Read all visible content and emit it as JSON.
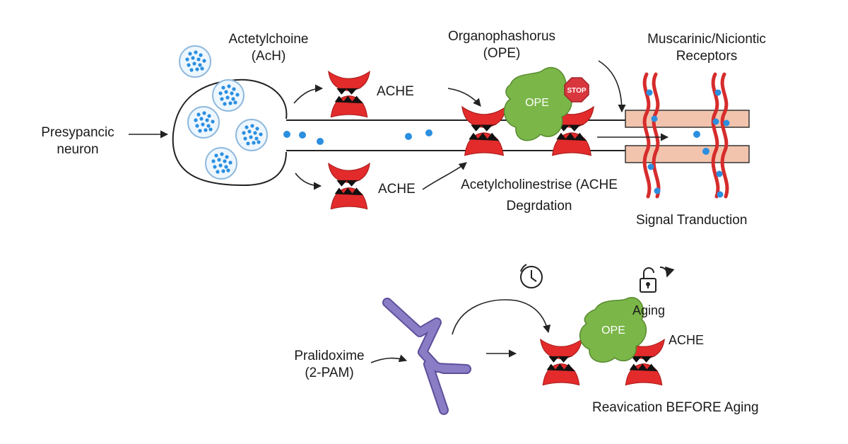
{
  "labels": {
    "acetylcholine": [
      "Actetylchoine",
      "(AcH)"
    ],
    "ope_top": [
      "Organophashorus",
      "(OPE)"
    ],
    "receptors": [
      "Muscarinic/Niciontic",
      "Receptors"
    ],
    "presynaptic": [
      "Presypancic",
      "neuron"
    ],
    "ache_upper": "ACHE",
    "ache_lower": "ACHE",
    "ache_degradation": [
      "Acetylcholinestrise (ACHE",
      "Degrdation"
    ],
    "signal": "Signal Tranduction",
    "pralidoxime": [
      "Pralidoxime",
      "(2-PAM)"
    ],
    "aging": "Aging",
    "ache_bottom": "ACHE",
    "reactivation": "Reavication BEFORE Aging"
  },
  "shape_text": {
    "ope": "OPE",
    "stop": "STOP"
  },
  "colors": {
    "enzyme_red": "#e32b2b",
    "ope_green": "#7ab648",
    "vesicle_blue": "#2b8fe0",
    "receptor_red": "#d62c2c",
    "membrane_peach": "#f2c4ad",
    "pralidoxime_purple": "#8b7cc6",
    "stop_red": "#d9363e"
  },
  "icons": [
    "stopwatch-icon",
    "unlock-icon",
    "stop-sign-icon"
  ]
}
